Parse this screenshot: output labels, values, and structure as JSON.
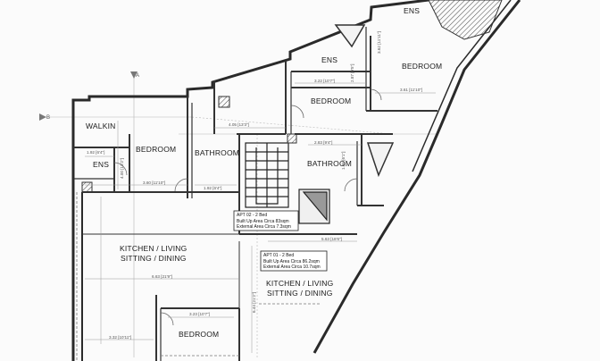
{
  "sections": {
    "a": "A",
    "b": "B"
  },
  "rooms": {
    "walkin": "WALKIN",
    "ens_left": "ENS",
    "bedroom_left": "BEDROOM",
    "bathroom_mid": "BATHROOM",
    "ens_top": "ENS",
    "ens_topright": "ENS",
    "bedroom_top": "BEDROOM",
    "bedroom_right": "BEDROOM",
    "bathroom_right": "BATHROOM",
    "kitchen_left_1": "KITCHEN / LIVING",
    "kitchen_left_2": "SITTING / DINING",
    "kitchen_right_1": "KITCHEN / LIVING",
    "kitchen_right_2": "SITTING / DINING",
    "bedroom_bottom": "BEDROOM"
  },
  "apt02": {
    "name": "APT 02 - 2 Bed",
    "built": "Built Up Area Circa 83sqm",
    "external": "External Area Circa 7.3sqm"
  },
  "apt01": {
    "name": "APT 01 - 2 Bed",
    "built": "Built Up Area Circa 86.2sqm",
    "external": "External Area Circa 10.7sqm"
  },
  "dims": {
    "d1": "1.92 [6'4\"]",
    "d2": "4.00 [13'2\"]",
    "d3": "3.60 [11'10\"]",
    "d4": "1.92 [6'4\"]",
    "d5": "4.05 [13'3\"]",
    "d6": "3.22 [10'7\"]",
    "d7": "2.83 [9'4\"]",
    "d8": "3.61 [11'10\"]",
    "d9": "5.63 [18'6\"]",
    "d10": "6.63 [21'9\"]",
    "d11": "3.23 [10'7\"]",
    "d12": "3.62 [11'11\"]",
    "d13": "2.87 [9'5\"]",
    "d14": "1.85 [6'1\"]",
    "d15": "6.44 [21'2\"]",
    "d16": "3.32 [10'11\"]"
  }
}
